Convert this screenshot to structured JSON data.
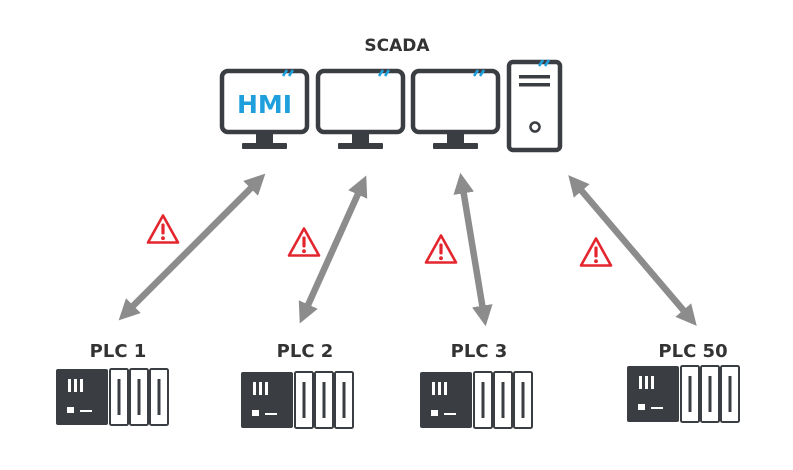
{
  "scada": {
    "title": "SCADA",
    "hmi_label": "HMI",
    "monitor_count": 3
  },
  "plcs": [
    {
      "label": "PLC 1"
    },
    {
      "label": "PLC 2"
    },
    {
      "label": "PLC 3"
    },
    {
      "label": "PLC 50"
    }
  ],
  "icons": {
    "monitor": "monitor-icon",
    "server": "server-tower-icon",
    "plc": "plc-rack-icon",
    "link": "bidirectional-arrow-icon",
    "alert": "warning-icon"
  },
  "colors": {
    "device_outline": "#3a3d42",
    "plc_body": "#3a3d42",
    "accent": "#1fa0dc",
    "arrow": "#8c8c8c",
    "warning": "#e3262e",
    "label": "#333333"
  }
}
